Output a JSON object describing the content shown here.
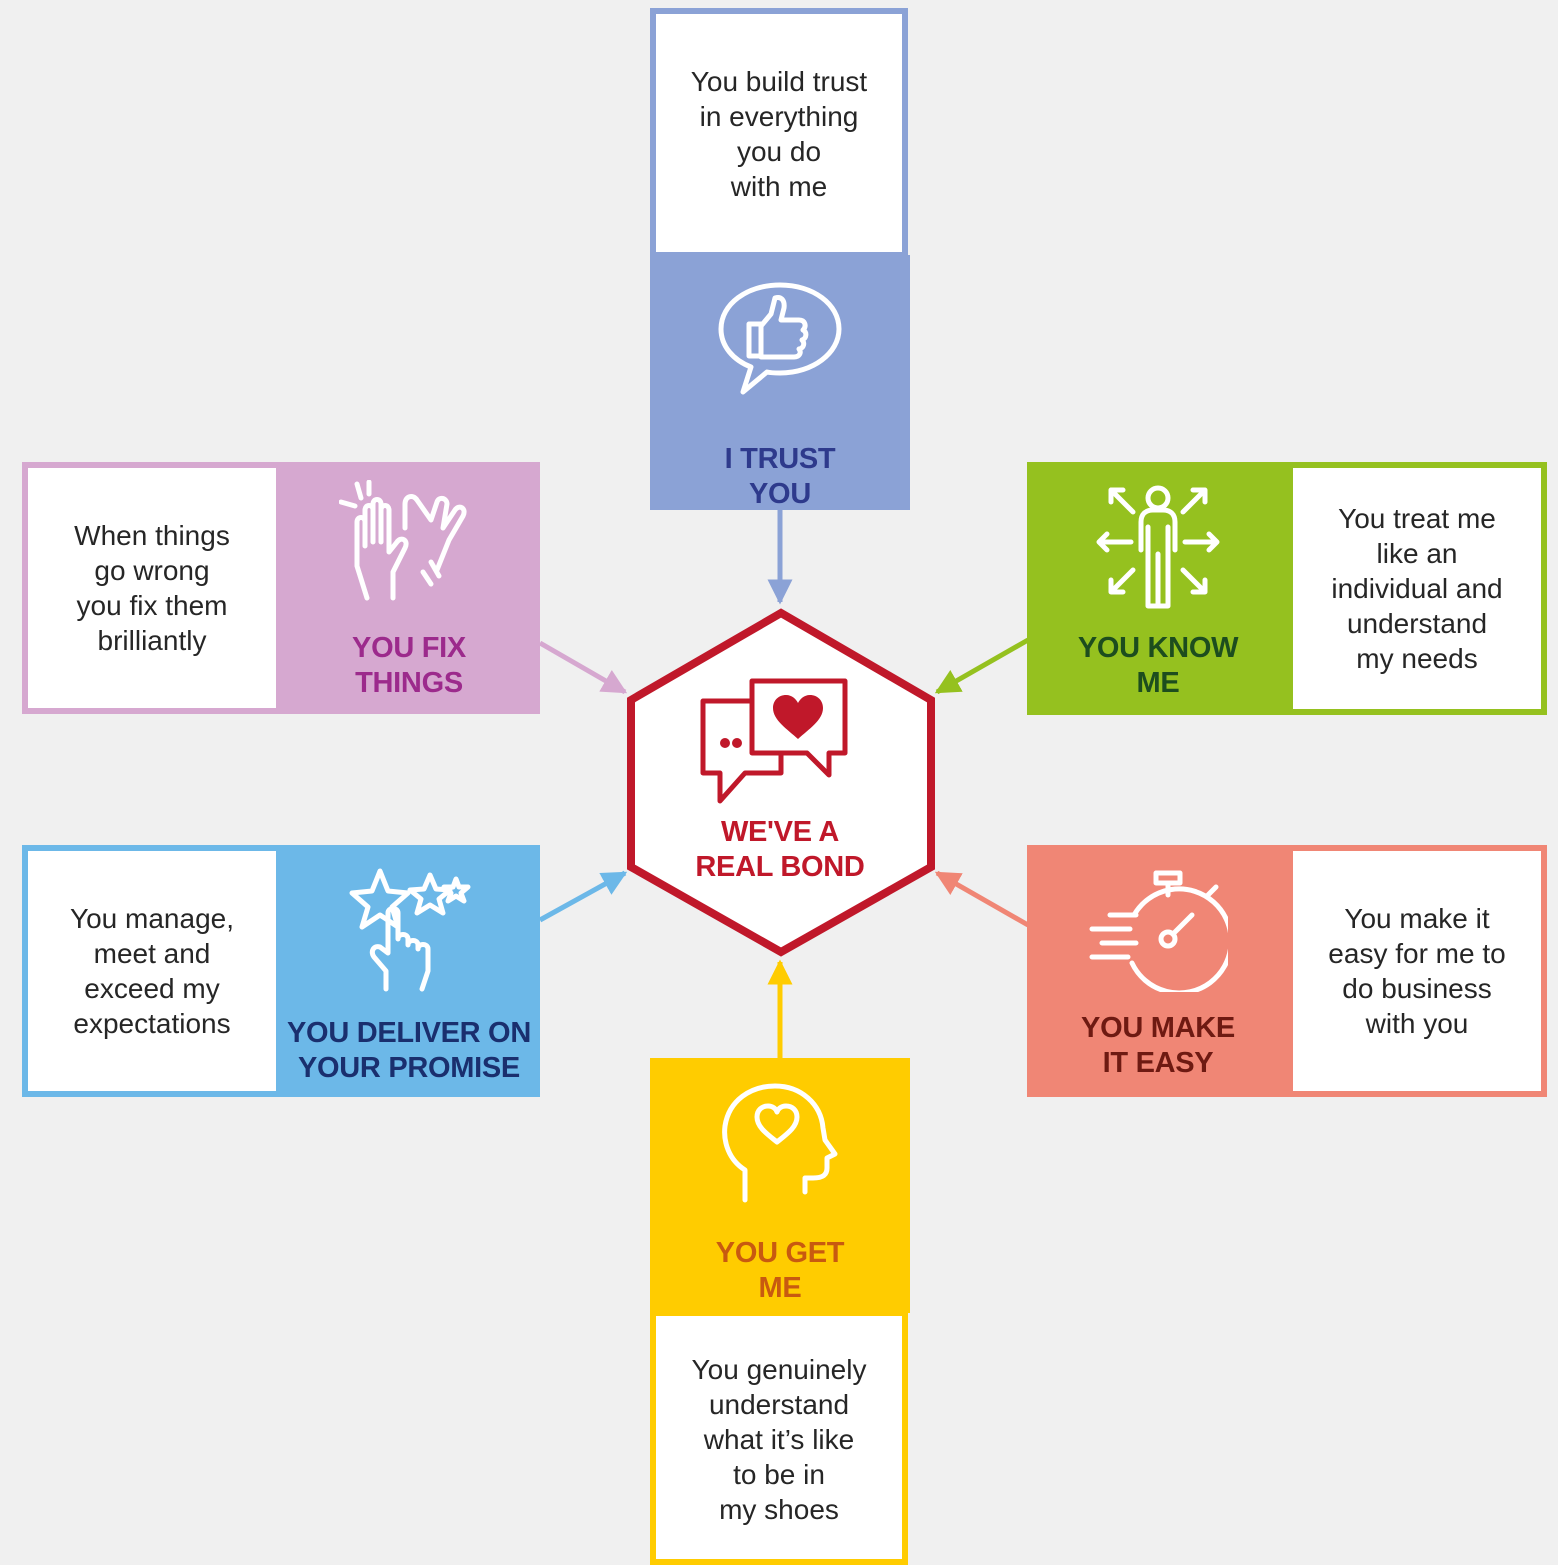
{
  "center": {
    "title": "WE'VE A\nREAL BOND",
    "icon": "chat-heart-icon",
    "color": "#c0182a"
  },
  "nodes": {
    "trust": {
      "title": "I TRUST\nYOU",
      "description": "You build trust\nin everything\nyou do\nwith me",
      "icon": "thumbs-up-speech-bubble-icon",
      "panel_color": "#8ba2d6",
      "title_color": "#2e3a8c"
    },
    "know": {
      "title": "YOU KNOW\nME",
      "description": "You treat me\nlike an\nindividual and\nunderstand\nmy needs",
      "icon": "person-arrows-icon",
      "panel_color": "#95c11f",
      "title_color": "#1d4d1e"
    },
    "easy": {
      "title": "YOU MAKE\nIT EASY",
      "description": "You make it\neasy for me to\ndo business\nwith you",
      "icon": "stopwatch-speed-icon",
      "panel_color": "#f08675",
      "title_color": "#6e1a12"
    },
    "get": {
      "title": "YOU GET\nME",
      "description": "You genuinely\nunderstand\nwhat it’s like\nto be in\nmy shoes",
      "icon": "head-heart-icon",
      "panel_color": "#ffcc00",
      "title_color": "#c85a10"
    },
    "deliver": {
      "title": "YOU DELIVER ON\nYOUR PROMISE",
      "description": "You manage,\nmeet and\nexceed my\nexpectations",
      "icon": "hand-stars-icon",
      "panel_color": "#6cb8e8",
      "title_color": "#1a2f6e"
    },
    "fix": {
      "title": "YOU FIX\nTHINGS",
      "description": "When things\ngo wrong\nyou fix them\nbrilliantly",
      "icon": "high-five-icon",
      "panel_color": "#d6a8d0",
      "title_color": "#9c2a8c"
    }
  }
}
